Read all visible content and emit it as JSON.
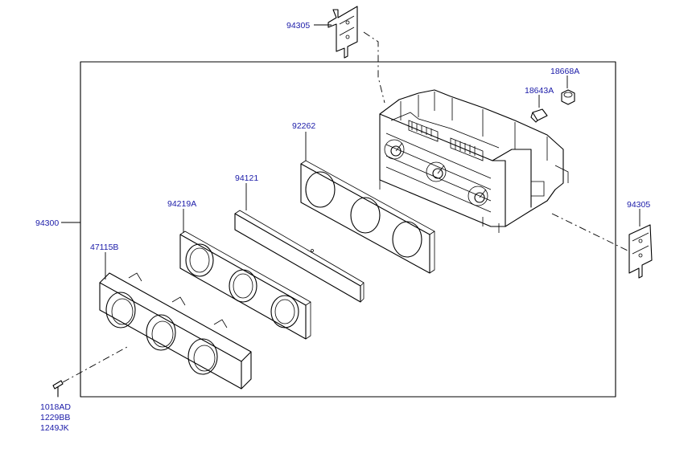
{
  "labels": {
    "bracket_top": "94305",
    "bracket_right": "94305",
    "assembly": "94300",
    "bezel": "47115B",
    "plate_a": "94219A",
    "plate_b": "94121",
    "panel": "92262",
    "bulb": "18643A",
    "socket": "18668A",
    "screw_1": "1018AD",
    "screw_2": "1229BB",
    "screw_3": "1249JK"
  }
}
